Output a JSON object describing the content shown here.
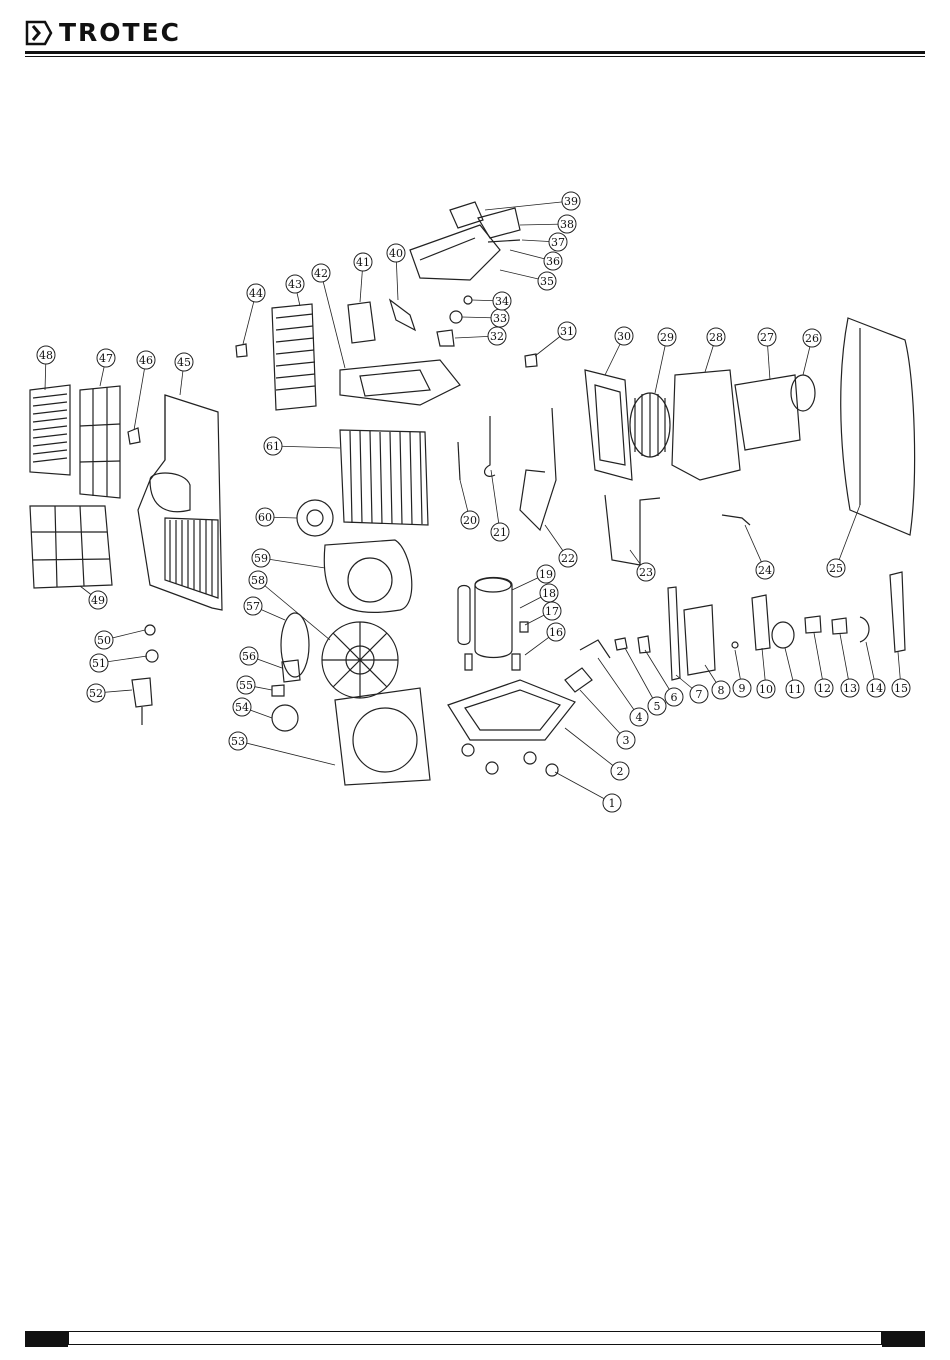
{
  "brand": {
    "name": "TROTEC",
    "color": "#111111"
  },
  "diagram": {
    "parts": [
      "1",
      "2",
      "3",
      "4",
      "5",
      "6",
      "7",
      "8",
      "9",
      "10",
      "11",
      "12",
      "13",
      "14",
      "15",
      "16",
      "17",
      "18",
      "19",
      "20",
      "21",
      "22",
      "23",
      "24",
      "25",
      "26",
      "27",
      "28",
      "29",
      "30",
      "31",
      "32",
      "33",
      "34",
      "35",
      "36",
      "37",
      "38",
      "39",
      "40",
      "41",
      "42",
      "43",
      "44",
      "45",
      "46",
      "47",
      "48",
      "49",
      "50",
      "51",
      "52",
      "53",
      "54",
      "55",
      "56",
      "57",
      "58",
      "59",
      "60",
      "61"
    ]
  },
  "icons": {
    "logo": "chevron-right-icon"
  }
}
